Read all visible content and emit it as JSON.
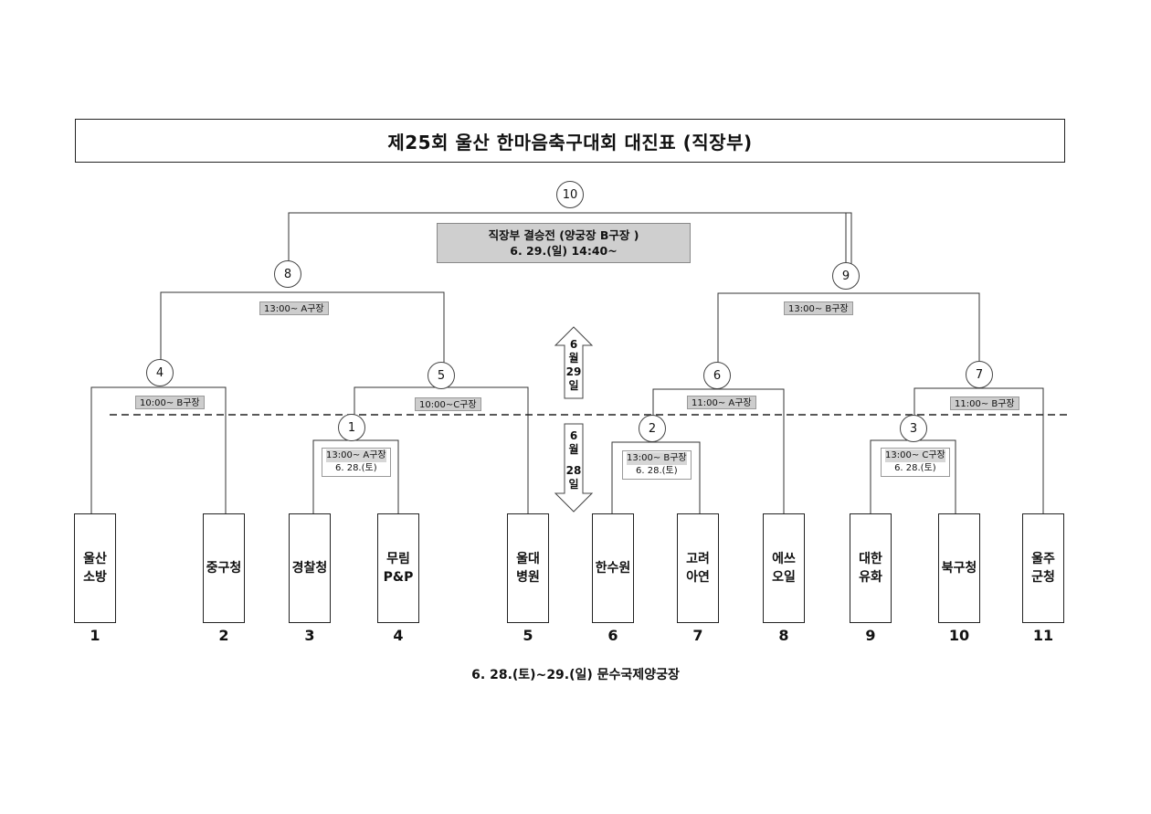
{
  "title": "제25회 울산 한마음축구대회 대진표 (직장부)",
  "final": {
    "line1": "직장부 결승전 (양궁장 B구장 )",
    "line2": "6. 29.(일) 14:40~"
  },
  "nodes": [
    "1",
    "2",
    "3",
    "4",
    "5",
    "6",
    "7",
    "8",
    "9",
    "10"
  ],
  "times": {
    "m8": "13:00~ A구장",
    "m9": "13:00~ B구장",
    "m4": "10:00~ B구장",
    "m5": "10:00~C구장",
    "m6": "11:00~ A구장",
    "m7": "11:00~ B구장"
  },
  "r1": [
    {
      "time": "13:00~ A구장",
      "date": "6. 28.(토)"
    },
    {
      "time": "13:00~ B구장",
      "date": "6. 28.(토)"
    },
    {
      "time": "13:00~ C구장",
      "date": "6. 28.(토)"
    }
  ],
  "arrow_up": [
    "6",
    "월",
    "29",
    "일"
  ],
  "arrow_down": [
    "6",
    "월",
    "28",
    "일"
  ],
  "teams": [
    {
      "line1": "울산",
      "line2": "소방",
      "num": "1"
    },
    {
      "line1": "중구청",
      "line2": "",
      "num": "2"
    },
    {
      "line1": "경찰청",
      "line2": "",
      "num": "3"
    },
    {
      "line1": "무림",
      "line2": "P&P",
      "num": "4"
    },
    {
      "line1": "울대",
      "line2": "병원",
      "num": "5"
    },
    {
      "line1": "한수원",
      "line2": "",
      "num": "6"
    },
    {
      "line1": "고려",
      "line2": "아연",
      "num": "7"
    },
    {
      "line1": "에쓰",
      "line2": "오일",
      "num": "8"
    },
    {
      "line1": "대한",
      "line2": "유화",
      "num": "9"
    },
    {
      "line1": "북구청",
      "line2": "",
      "num": "10"
    },
    {
      "line1": "울주",
      "line2": "군청",
      "num": "11"
    }
  ],
  "footer": "6. 28.(토)~29.(일) 문수국제양궁장"
}
